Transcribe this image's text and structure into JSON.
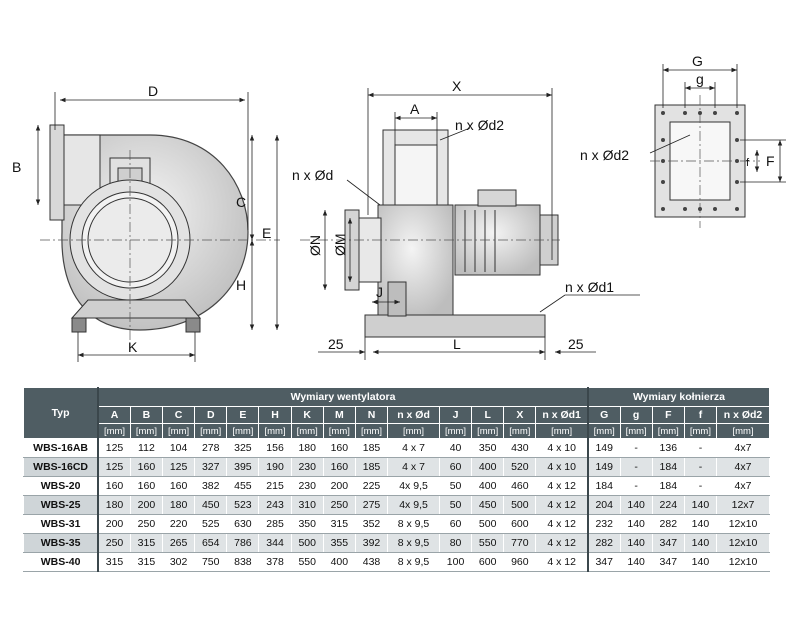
{
  "drawing": {
    "labels": {
      "D": "D",
      "B": "B",
      "C": "C",
      "E": "E",
      "H": "H",
      "K": "K",
      "X": "X",
      "A": "A",
      "n_d2_mid": "n x Ød2",
      "n_d": "n x Ød",
      "N": "ØN",
      "M": "ØM",
      "J": "J",
      "n_d1": "n x Ød1",
      "dim25_left": "25",
      "L": "L",
      "dim25_right": "25",
      "G": "G",
      "g": "g",
      "n_d2_right": "n x Ød2",
      "f": "f",
      "F": "F"
    }
  },
  "table": {
    "type_header": "Typ",
    "group_fan": "Wymiary wentylatora",
    "group_collar": "Wymiary kołnierza",
    "columns": [
      "A",
      "B",
      "C",
      "D",
      "E",
      "H",
      "K",
      "M",
      "N",
      "n x Ød",
      "J",
      "L",
      "X",
      "n x Ød1",
      "G",
      "g",
      "F",
      "f",
      "n x Ød2"
    ],
    "units": [
      "[mm]",
      "[mm]",
      "[mm]",
      "[mm]",
      "[mm]",
      "[mm]",
      "[mm]",
      "[mm]",
      "[mm]",
      "[mm]",
      "[mm]",
      "[mm]",
      "[mm]",
      "[mm]",
      "[mm]",
      "[mm]",
      "[mm]",
      "[mm]",
      "[mm]"
    ],
    "rows": [
      {
        "type": "WBS-16AB",
        "values": [
          "125",
          "112",
          "104",
          "278",
          "325",
          "156",
          "180",
          "160",
          "185",
          "4 x 7",
          "40",
          "350",
          "430",
          "4 x 10",
          "149",
          "-",
          "136",
          "-",
          "4x7"
        ]
      },
      {
        "type": "WBS-16CD",
        "values": [
          "125",
          "160",
          "125",
          "327",
          "395",
          "190",
          "230",
          "160",
          "185",
          "4 x 7",
          "60",
          "400",
          "520",
          "4 x 10",
          "149",
          "-",
          "184",
          "-",
          "4x7"
        ]
      },
      {
        "type": "WBS-20",
        "values": [
          "160",
          "160",
          "160",
          "382",
          "455",
          "215",
          "230",
          "200",
          "225",
          "4x 9,5",
          "50",
          "400",
          "460",
          "4 x 12",
          "184",
          "-",
          "184",
          "-",
          "4x7"
        ]
      },
      {
        "type": "WBS-25",
        "values": [
          "180",
          "200",
          "180",
          "450",
          "523",
          "243",
          "310",
          "250",
          "275",
          "4x 9,5",
          "50",
          "450",
          "500",
          "4 x 12",
          "204",
          "140",
          "224",
          "140",
          "12x7"
        ]
      },
      {
        "type": "WBS-31",
        "values": [
          "200",
          "250",
          "220",
          "525",
          "630",
          "285",
          "350",
          "315",
          "352",
          "8 x 9,5",
          "60",
          "500",
          "600",
          "4 x 12",
          "232",
          "140",
          "282",
          "140",
          "12x10"
        ]
      },
      {
        "type": "WBS-35",
        "values": [
          "250",
          "315",
          "265",
          "654",
          "786",
          "344",
          "500",
          "355",
          "392",
          "8 x 9,5",
          "80",
          "550",
          "770",
          "4 x 12",
          "282",
          "140",
          "347",
          "140",
          "12x10"
        ]
      },
      {
        "type": "WBS-40",
        "values": [
          "315",
          "315",
          "302",
          "750",
          "838",
          "378",
          "550",
          "400",
          "438",
          "8 x 9,5",
          "100",
          "600",
          "960",
          "4 x 12",
          "347",
          "140",
          "347",
          "140",
          "12x10"
        ]
      }
    ]
  }
}
